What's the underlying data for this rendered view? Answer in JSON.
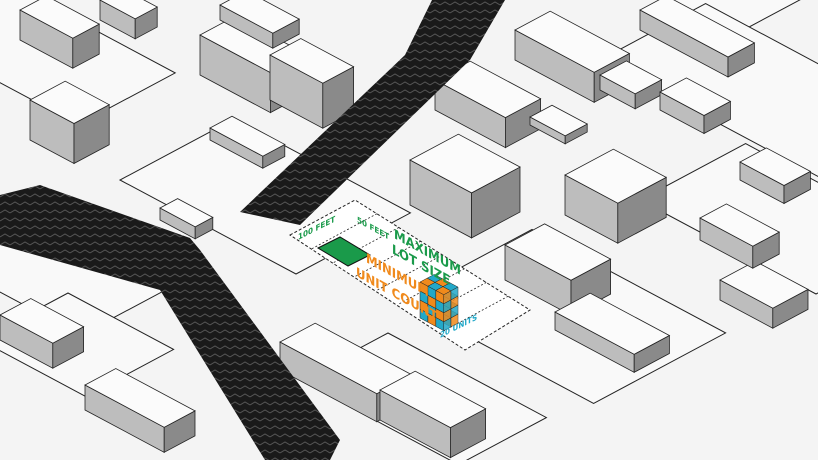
{
  "diagram": {
    "lot_width_label": "100 FEET",
    "lot_depth_label": "50 FEET",
    "max_lot_size_label": [
      "MAXIMUM",
      "LOT SIZE"
    ],
    "min_unit_count_label": [
      "MINIMUM",
      "UNIT COUNT"
    ],
    "units_label": "20 UNITS",
    "colors": {
      "lot_green": "#1a9a4a",
      "unit_orange": "#f08a1c",
      "unit_teal": "#22a8c8",
      "highway": "#1a1a1a",
      "ground": "#f4f4f4"
    }
  }
}
